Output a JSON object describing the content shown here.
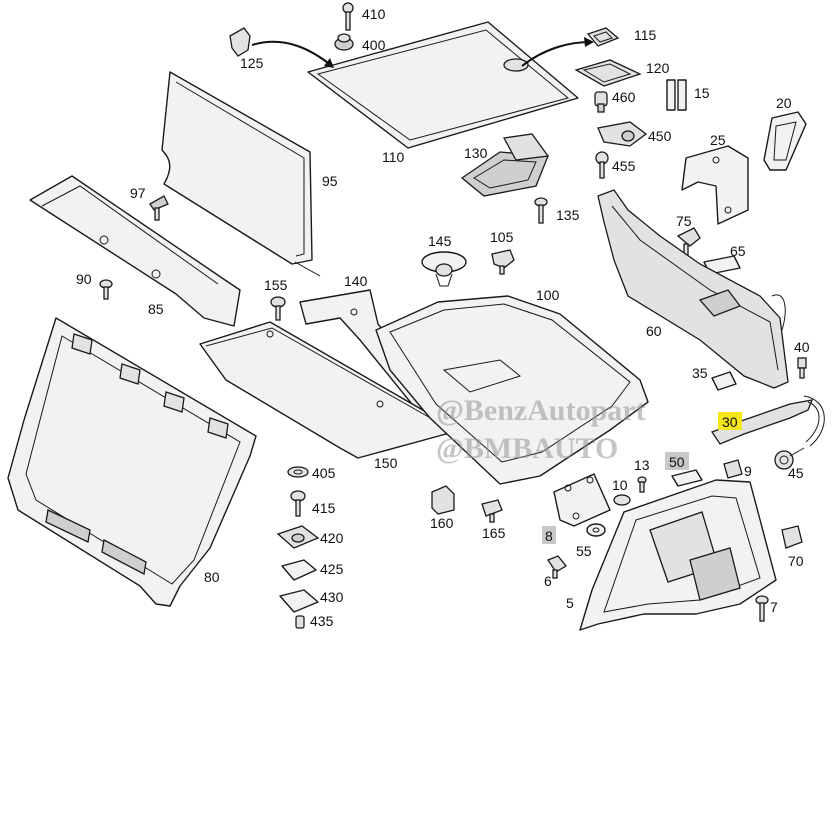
{
  "watermarks": [
    "@BenzAutopart",
    "@BMBAUTO"
  ],
  "callouts": {
    "c410": "410",
    "c400": "400",
    "c125": "125",
    "c110": "110",
    "c115": "115",
    "c120": "120",
    "c460": "460",
    "c15": "15",
    "c20": "20",
    "c450": "450",
    "c130": "130",
    "c455": "455",
    "c25": "25",
    "c95": "95",
    "c97": "97",
    "c135": "135",
    "c75": "75",
    "c145": "145",
    "c105": "105",
    "c65": "65",
    "c90": "90",
    "c85": "85",
    "c140": "140",
    "c155": "155",
    "c100": "100",
    "c60": "60",
    "c40": "40",
    "c35": "35",
    "c30": "30",
    "c150": "150",
    "c45": "45",
    "c405": "405",
    "c50": "50",
    "c13": "13",
    "c10": "10",
    "c9": "9",
    "c415": "415",
    "c160": "160",
    "c165": "165",
    "c8": "8",
    "c420": "420",
    "c55": "55",
    "c70": "70",
    "c425": "425",
    "c80": "80",
    "c6": "6",
    "c430": "430",
    "c5": "5",
    "c7": "7",
    "c435": "435"
  },
  "highlight_colors": {
    "primary": "#f5e61a",
    "secondary": "#c8c8c8"
  }
}
